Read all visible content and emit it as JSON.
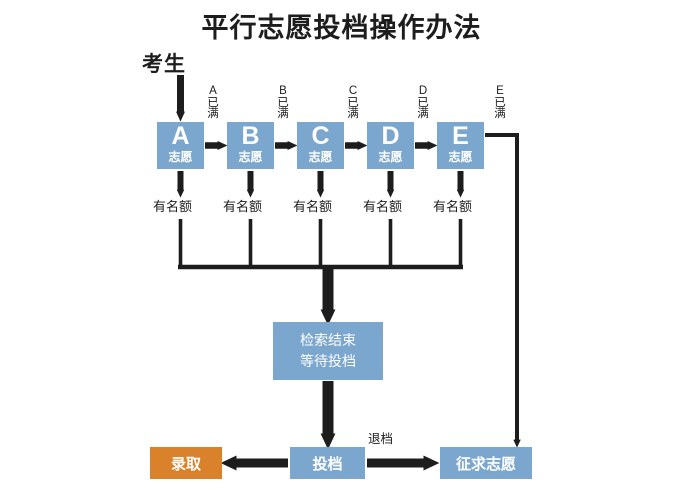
{
  "title": "平行志愿投档操作办法",
  "colors": {
    "box_blue": "#7BA7CE",
    "box_orange": "#D9822B",
    "line_black": "#1d1d1d",
    "background": "#ffffff",
    "text_white": "#ffffff"
  },
  "source_label": {
    "text": "考生"
  },
  "choices": [
    {
      "letter": "A",
      "sub": "志愿",
      "full_label": [
        "A",
        "已",
        "满"
      ],
      "quota": "有名额"
    },
    {
      "letter": "B",
      "sub": "志愿",
      "full_label": [
        "B",
        "已",
        "满"
      ],
      "quota": "有名额"
    },
    {
      "letter": "C",
      "sub": "志愿",
      "full_label": [
        "C",
        "已",
        "满"
      ],
      "quota": "有名额"
    },
    {
      "letter": "D",
      "sub": "志愿",
      "full_label": [
        "D",
        "已",
        "满"
      ],
      "quota": "有名额"
    },
    {
      "letter": "E",
      "sub": "志愿",
      "full_label": [
        "E",
        "已",
        "满"
      ],
      "quota": "有名额"
    }
  ],
  "wait_box": {
    "line1": "检索结束",
    "line2": "等待投档"
  },
  "bottom": {
    "admit": "录取",
    "submit": "投档",
    "again": "征求志愿",
    "reject_label": "退档"
  }
}
